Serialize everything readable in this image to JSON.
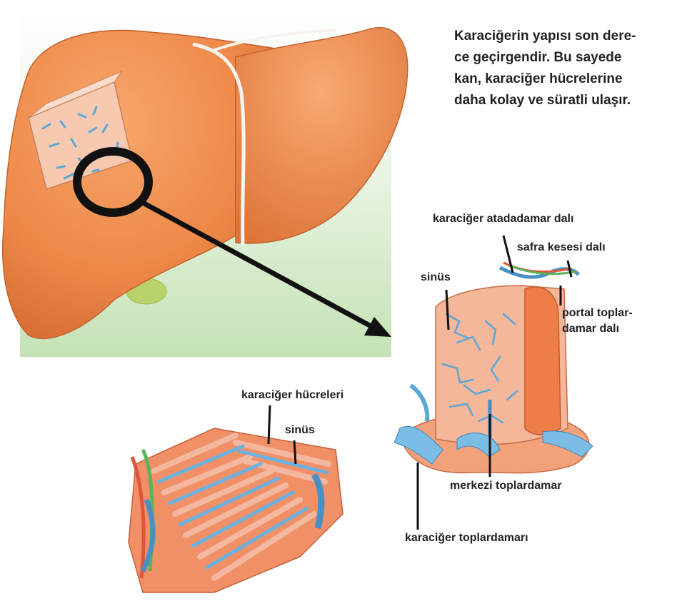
{
  "caption": {
    "lines": [
      "Karaciğerin yapısı son dere-",
      "ce geçirgendir. Bu sayede",
      "kan, karaciğer hücrelerine",
      "daha kolay ve süratli ulaşır."
    ]
  },
  "labels": {
    "hepatic_artery_branch": "karaciğer atadadamar dalı",
    "bile_duct_branch": "safra kesesi dalı",
    "sinus_top": "sinüs",
    "portal_vein_branch_1": "portal toplar-",
    "portal_vein_branch_2": "damar dalı",
    "liver_cells": "karaciğer hücreleri",
    "sinus_bottom": "sinüs",
    "central_vein": "merkezi toplardamar",
    "hepatic_vein": "karaciğer toplardamarı"
  },
  "colors": {
    "liver_orange": "#f08a4c",
    "liver_dark": "#d9642e",
    "background_green": "#cfe7c2",
    "vessel_blue": "#5aa8d8",
    "cells_pink": "#f4a88a",
    "gallbladder": "#b9d36a",
    "ligament": "#f7f3ee",
    "pointer": "#111111"
  }
}
